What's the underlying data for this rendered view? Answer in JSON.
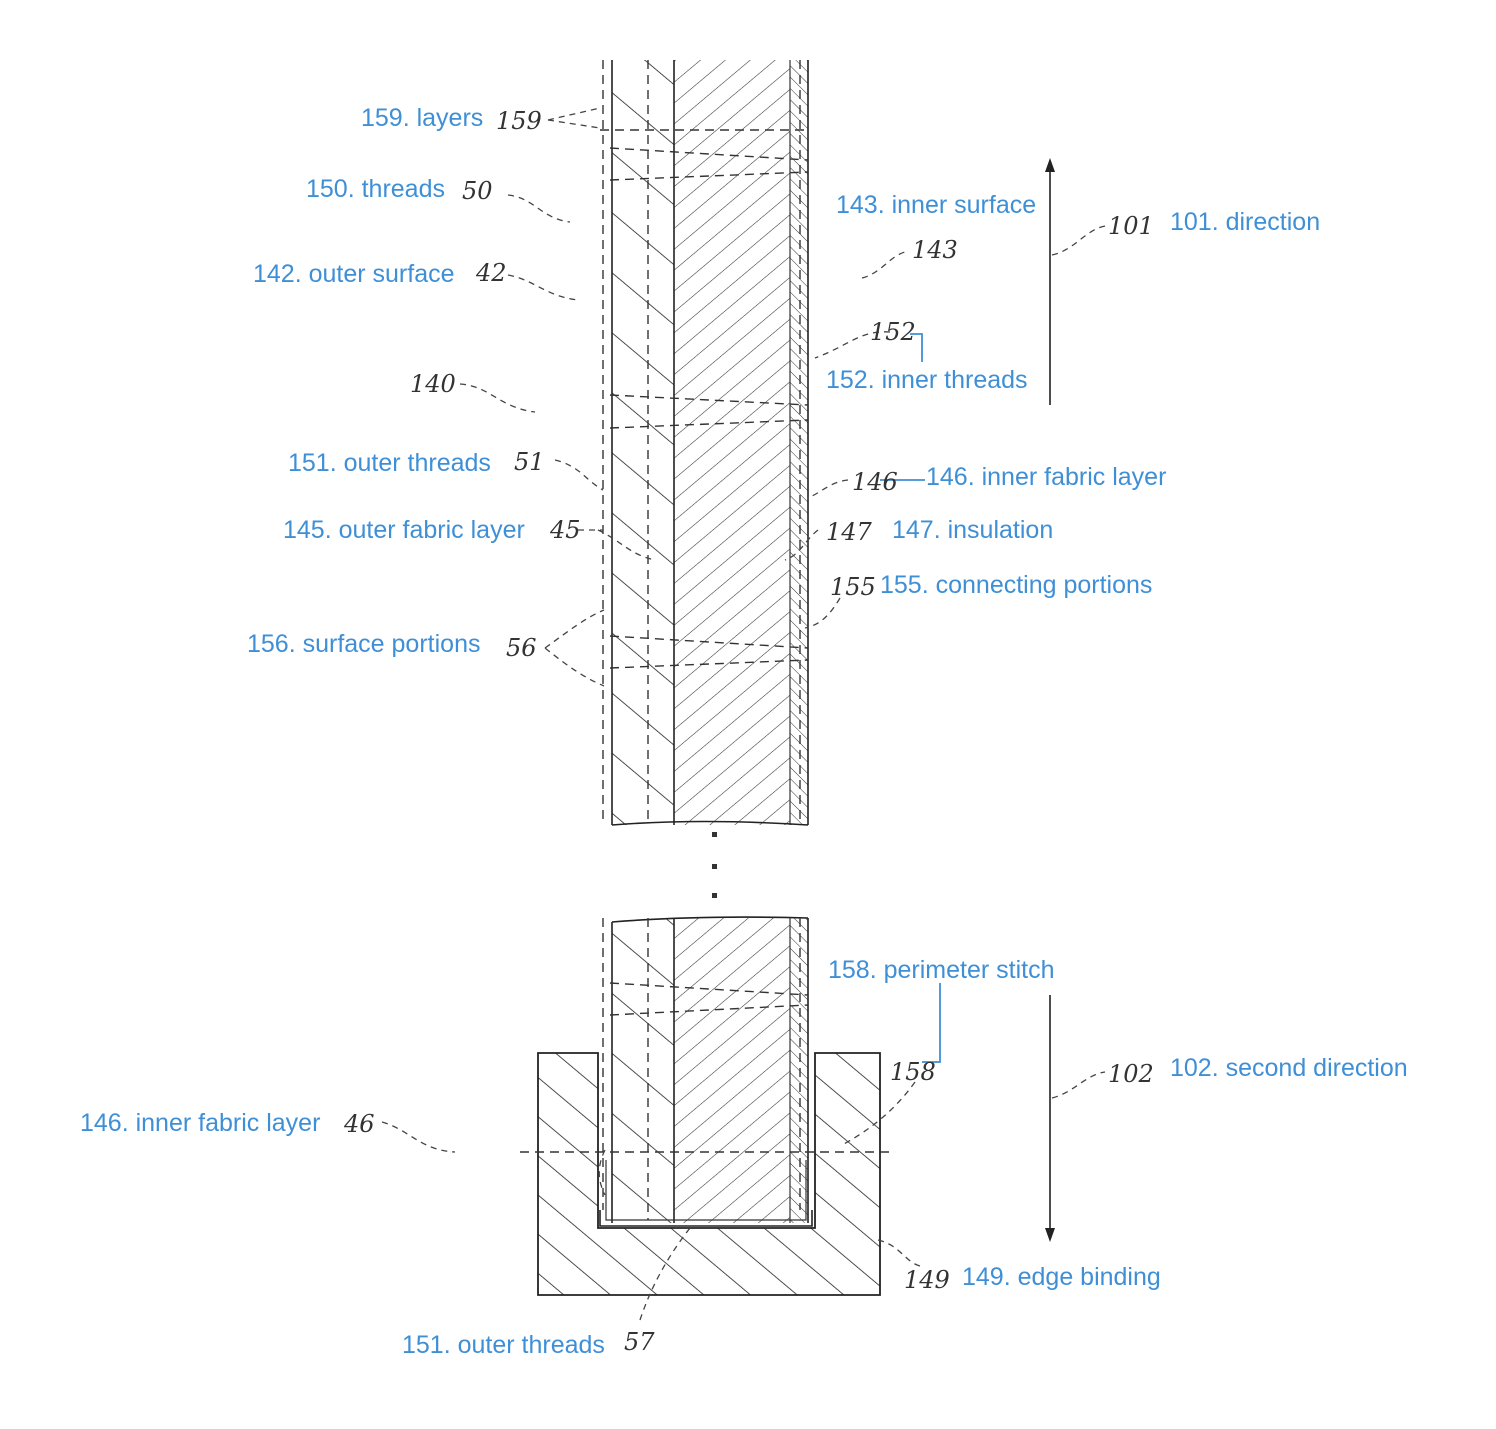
{
  "labels": {
    "l159": "159. layers",
    "l150": "150. threads",
    "l142": "142. outer surface",
    "l143": "143. inner surface",
    "l101": "101. direction",
    "l152": "152. inner threads",
    "l151a": "151. outer threads",
    "l146a": "146. inner fabric layer",
    "l145": "145. outer fabric layer",
    "l147": "147. insulation",
    "l155": "155. connecting portions",
    "l156": "156. surface portions",
    "l158": "158. perimeter stitch",
    "l102": "102. second direction",
    "l146b": "146. inner fabric layer",
    "l149": "149. edge binding",
    "l151b": "151. outer threads"
  },
  "refs": {
    "r159": "159",
    "r150": "50",
    "r142": "42",
    "r143": "143",
    "r101": "101",
    "r152": "152",
    "r140": "140",
    "r151a": "51",
    "r146a": "146",
    "r145": "45",
    "r147": "147",
    "r155": "155",
    "r156": "56",
    "r158": "158",
    "r102": "102",
    "r146b": "46",
    "r149": "149",
    "r157": "57"
  },
  "colors": {
    "label": "#3f8fd6",
    "line": "#222222"
  }
}
